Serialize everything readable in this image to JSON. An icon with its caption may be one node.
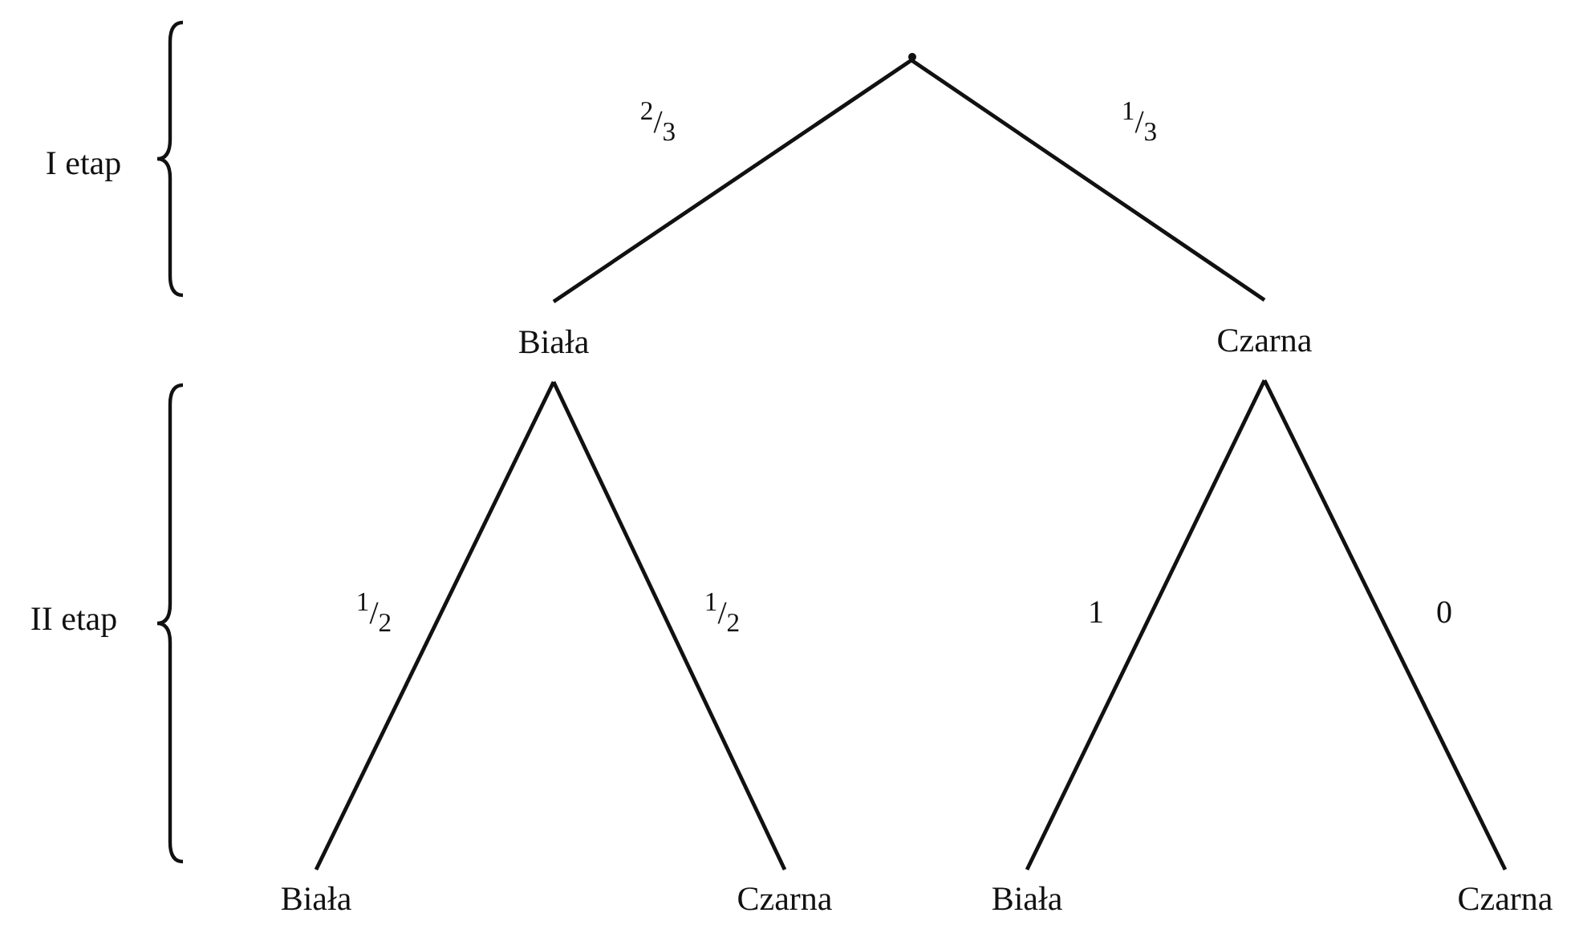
{
  "diagram": {
    "nodes": [
      {
        "text": [],
        "shape": "point"
      },
      {
        "text": [
          "Biała"
        ]
      },
      {
        "text": [
          "Czarna"
        ]
      },
      {
        "text": [
          "Biała"
        ]
      },
      {
        "text": [
          "Czarna"
        ]
      },
      {
        "text": [
          "Biała"
        ]
      },
      {
        "text": [
          "Czarna"
        ]
      }
    ],
    "edges": [
      {
        "from": 0,
        "to": 1,
        "arrow": "none",
        "label": "$^{2}$/$_{3}$"
      },
      {
        "from": 0,
        "to": 2,
        "arrow": "none",
        "label": "$^{1}$/$_{3}$"
      },
      {
        "from": 1,
        "to": 3,
        "arrow": "none",
        "label": "$^{1}$/$_{2}$"
      },
      {
        "from": 1,
        "to": 4,
        "arrow": "none",
        "label": "$^{1}$/$_{2}$"
      },
      {
        "from": 2,
        "to": 5,
        "arrow": "none",
        "label": "1"
      },
      {
        "from": 2,
        "to": 6,
        "arrow": "none",
        "label": "0"
      }
    ],
    "labels": [
      "I etap",
      "II etap"
    ]
  }
}
